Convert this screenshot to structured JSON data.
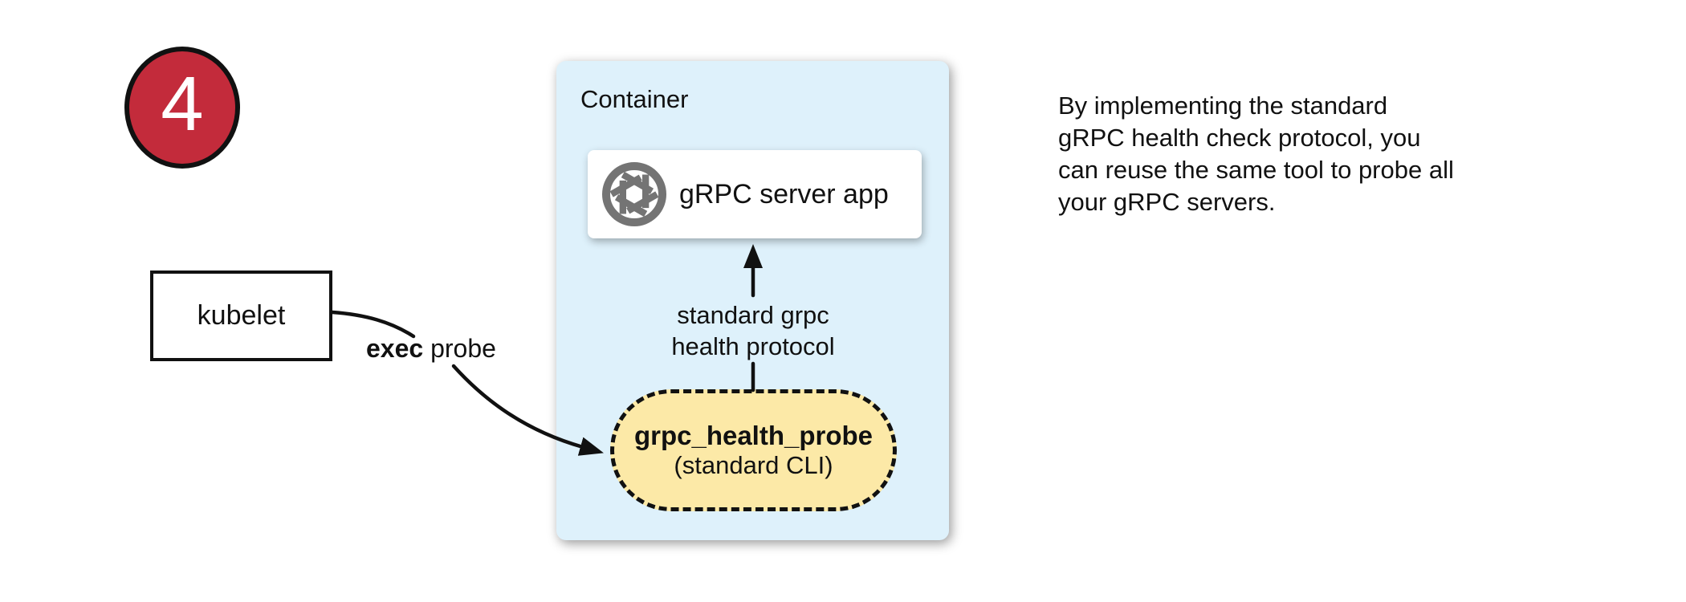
{
  "badge": {
    "number": "4"
  },
  "kubelet": {
    "label": "kubelet"
  },
  "container": {
    "label": "Container"
  },
  "server_app": {
    "label": "gRPC server app",
    "icon": "aperture-icon"
  },
  "probe": {
    "name": "grpc_health_probe",
    "subtitle": "(standard CLI)"
  },
  "arrows": {
    "exec_label_bold": "exec",
    "exec_label_rest": " probe",
    "protocol_label_line1": "standard grpc",
    "protocol_label_line2": "health protocol"
  },
  "note": {
    "lines": [
      "By implementing the standard",
      "gRPC health check protocol, you",
      "can reuse the same tool to probe all",
      "your gRPC servers."
    ]
  },
  "colors": {
    "badge_fill": "#C32B3B",
    "container_fill": "#DEF1FB",
    "probe_fill": "#FCE9A7",
    "icon_gray": "#747474",
    "line_color": "#111111"
  }
}
